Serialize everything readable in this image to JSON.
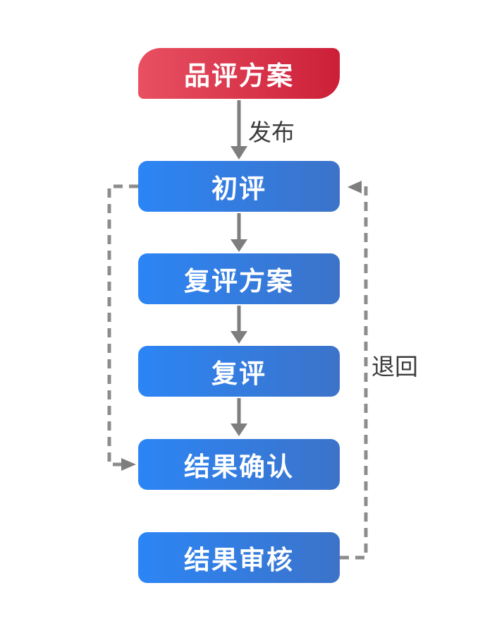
{
  "flowchart": {
    "background": "#FFFFFF",
    "nodes": [
      {
        "id": "evaluation-plan",
        "label": "品评方案",
        "shape": "rounded-asymmetric",
        "color_start": "#E85062",
        "color_end": "#CC1F38",
        "text_color": "#FFFFFF"
      },
      {
        "id": "initial-evaluation",
        "label": "初评",
        "shape": "rounded",
        "color_start": "#2C85F5",
        "color_end": "#3C73C9",
        "text_color": "#FFFFFF"
      },
      {
        "id": "re-evaluation-plan",
        "label": "复评方案",
        "shape": "rounded",
        "color_start": "#2C85F5",
        "color_end": "#3C73C9",
        "text_color": "#FFFFFF"
      },
      {
        "id": "re-evaluation",
        "label": "复评",
        "shape": "rounded",
        "color_start": "#2C85F5",
        "color_end": "#3C73C9",
        "text_color": "#FFFFFF"
      },
      {
        "id": "result-confirmation",
        "label": "结果确认",
        "shape": "rounded",
        "color_start": "#2C85F5",
        "color_end": "#3C73C9",
        "text_color": "#FFFFFF"
      },
      {
        "id": "result-review",
        "label": "结果审核",
        "shape": "rounded",
        "color_start": "#2C85F5",
        "color_end": "#3C73C9",
        "text_color": "#FFFFFF"
      }
    ],
    "edges": [
      {
        "from": "evaluation-plan",
        "to": "initial-evaluation",
        "label": "发布",
        "style": "solid",
        "direction": "down"
      },
      {
        "from": "initial-evaluation",
        "to": "re-evaluation-plan",
        "label": "",
        "style": "solid",
        "direction": "down"
      },
      {
        "from": "re-evaluation-plan",
        "to": "re-evaluation",
        "label": "",
        "style": "solid",
        "direction": "down"
      },
      {
        "from": "re-evaluation",
        "to": "result-confirmation",
        "label": "",
        "style": "solid",
        "direction": "down"
      },
      {
        "from": "initial-evaluation",
        "to": "result-confirmation",
        "label": "",
        "style": "dashed",
        "direction": "left-side-skip"
      },
      {
        "from": "result-review",
        "to": "initial-evaluation",
        "label": "退回",
        "style": "dashed",
        "direction": "right-side-return"
      }
    ],
    "colors": {
      "connector_dashed": "#8C8C8C",
      "connector_solid": "#7E7E7E",
      "edge_label_text": "#3C3C3C",
      "node_text": "#FFFFFF",
      "red_gradient_start": "#E85062",
      "red_gradient_end": "#CC1F38",
      "blue_gradient_start": "#2C85F5",
      "blue_gradient_end": "#3C73C9"
    }
  }
}
